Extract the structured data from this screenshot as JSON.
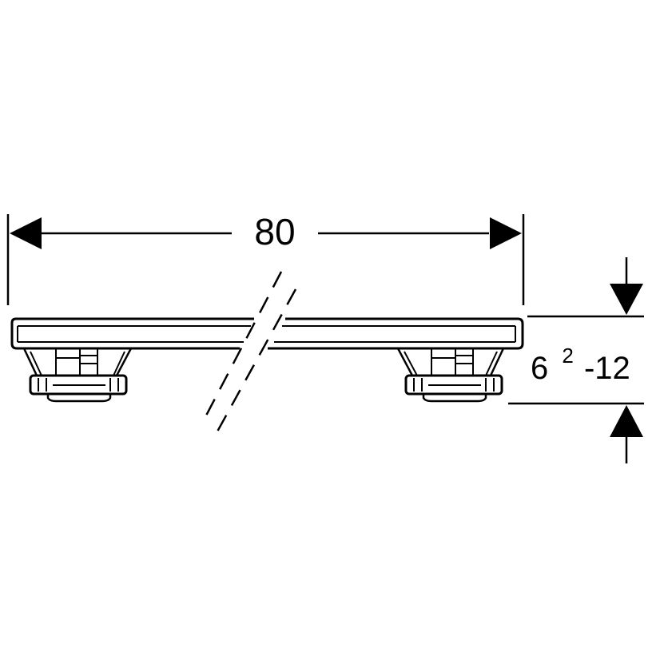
{
  "dimensions": {
    "width_label": "80",
    "height_base": "6",
    "height_sup": "2",
    "height_rest": "-12"
  },
  "colors": {
    "line": "#000000",
    "background": "#ffffff"
  }
}
